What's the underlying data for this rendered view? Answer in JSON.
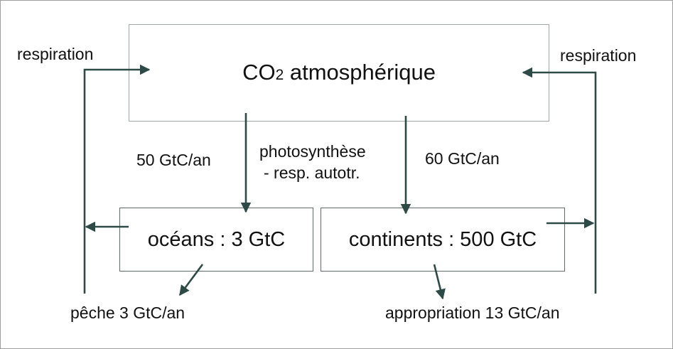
{
  "diagram": {
    "atmosphere": {
      "label_main": "CO",
      "label_sub": "2",
      "label_rest": " atmosphérique"
    },
    "oceans": {
      "label": "océans : 3 GtC"
    },
    "continents": {
      "label": "continents : 500 GtC"
    },
    "flows": {
      "respiration_left": "respiration",
      "respiration_right": "respiration",
      "ocean_flux": "50 GtC/an",
      "continent_flux": "60 GtC/an",
      "photosynthesis_line1": "photosynthèse",
      "photosynthesis_line2": "- resp. autotr.",
      "fishing": "pêche 3 GtC/an",
      "appropriation": "appropriation 13 GtC/an"
    },
    "colors": {
      "arrow": "#2e4a47",
      "atmosphere_border": "#9ea8a7",
      "box_border": "#5f6b6a"
    }
  }
}
